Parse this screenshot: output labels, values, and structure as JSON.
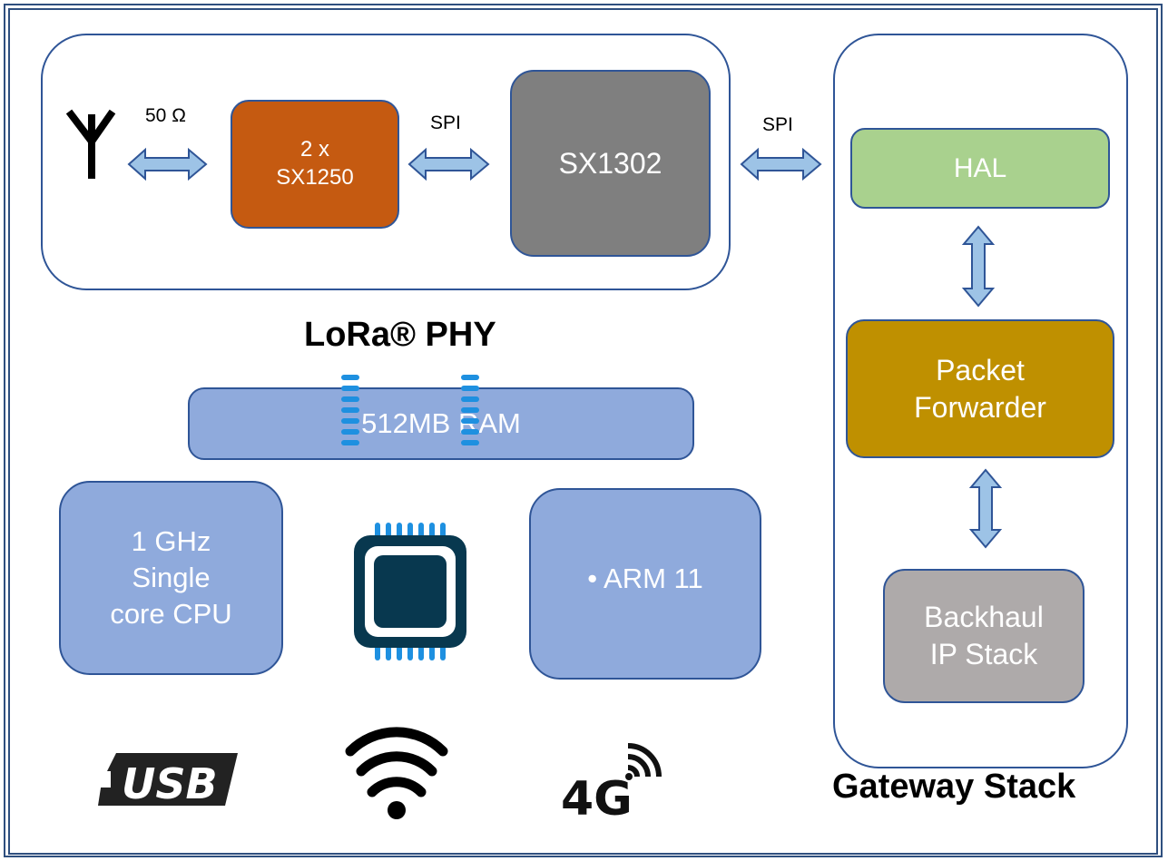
{
  "phy_panel": {
    "title": "LoRa® PHY",
    "antenna_link_label": "50 Ω",
    "spi_label_1": "SPI",
    "spi_label_2": "SPI",
    "radio_line1": "2 x",
    "radio_line2": "SX1250",
    "concentrator": "SX1302"
  },
  "gateway_stack": {
    "title": "Gateway Stack",
    "hal": "HAL",
    "forwarder_line1": "Packet",
    "forwarder_line2": "Forwarder",
    "backhaul_line1": "Backhaul",
    "backhaul_line2": "IP Stack"
  },
  "compute": {
    "ram": "512MB RAM",
    "cpu_line1": "1 GHz",
    "cpu_line2": "Single",
    "cpu_line3": "core CPU",
    "arch": "• ARM 11"
  },
  "connectivity": {
    "usb": "USB",
    "cellular": "4G"
  },
  "colors": {
    "border": "#2f5597",
    "arrow_fill": "#9dc3e6",
    "radio": "#c55a11",
    "concentrator": "#7f7f7f",
    "hal": "#a9d18e",
    "forwarder": "#bf9000",
    "backhaul": "#aeaaaa",
    "compute": "#8faadc",
    "chip_body": "#08384f",
    "chip_pins": "#1e90e0"
  },
  "icons": [
    "antenna-icon",
    "chip-icon",
    "usb-icon",
    "wifi-icon",
    "cellular-4g-icon"
  ]
}
